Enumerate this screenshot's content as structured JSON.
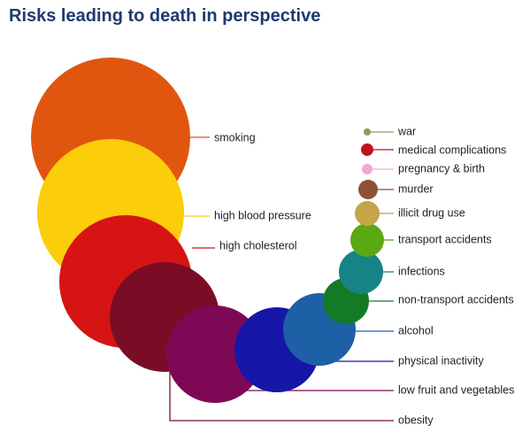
{
  "chart_data": {
    "type": "bubble",
    "title": "Risks leading to death in perspective",
    "risks": [
      {
        "label": "war",
        "color": "#8d9a5c"
      },
      {
        "label": "medical complications",
        "color": "#c0111f"
      },
      {
        "label": "pregnancy & birth",
        "color": "#f4a6d6"
      },
      {
        "label": "murder",
        "color": "#8e5136"
      },
      {
        "label": "illicit drug use",
        "color": "#c5a54a"
      },
      {
        "label": "transport accidents",
        "color": "#5aa912"
      },
      {
        "label": "infections",
        "color": "#168484"
      },
      {
        "label": "non-transport accidents",
        "color": "#137a26"
      },
      {
        "label": "alcohol",
        "color": "#1e60a5"
      },
      {
        "label": "physical inactivity",
        "color": "#1616a8"
      },
      {
        "label": "low fruit and vegetables",
        "color": "#7f0856"
      },
      {
        "label": "obesity",
        "color": "#7a0d25"
      },
      {
        "label": "high cholesterol",
        "color": "#d61414"
      },
      {
        "label": "high blood pressure",
        "color": "#fbcd0a"
      },
      {
        "label": "smoking",
        "color": "#e0560f"
      }
    ]
  }
}
